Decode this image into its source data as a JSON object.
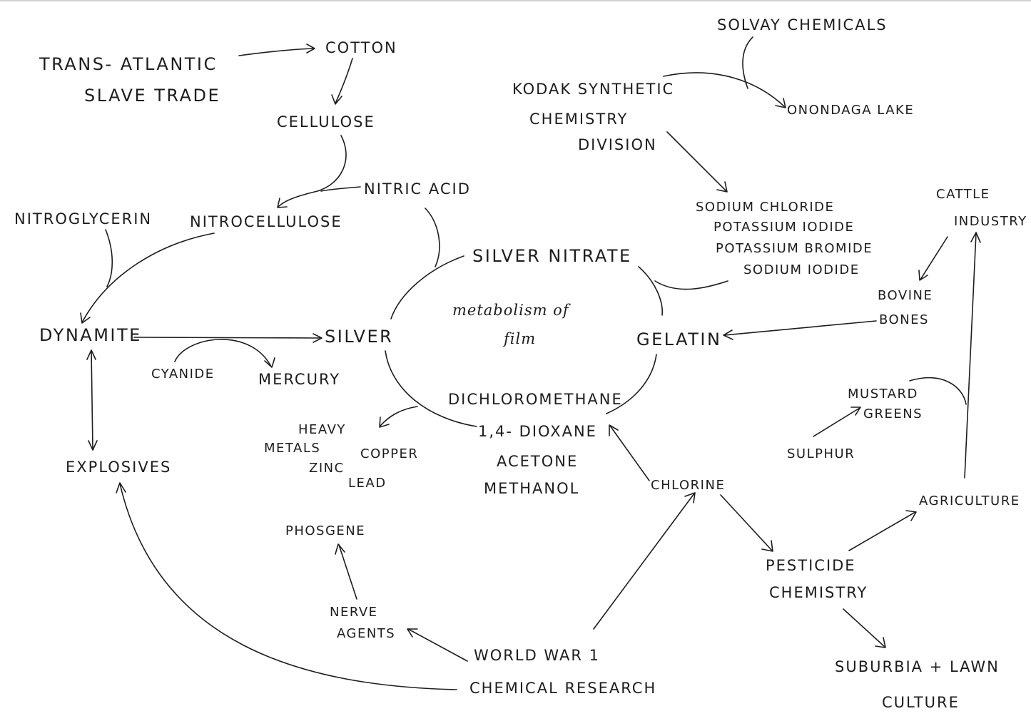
{
  "nodes": {
    "slave_trade_1": "TRANS- ATLANTIC",
    "slave_trade_2": "SLAVE TRADE",
    "cotton": "COTTON",
    "cellulose": "CELLULOSE",
    "nitric_acid": "NITRIC ACID",
    "nitrocellulose": "NITROCELLULOSE",
    "nitroglycerin": "NITROGLYCERIN",
    "dynamite": "DYNAMITE",
    "silver": "SILVER",
    "cyanide": "CYANIDE",
    "mercury": "MERCURY",
    "explosives": "EXPLOSIVES",
    "heavy_metals_1": "HEAVY",
    "heavy_metals_2": "METALS",
    "zinc": "ZINC",
    "copper": "COPPER",
    "lead": "LEAD",
    "phosgene": "PHOSGENE",
    "nerve_agents_1": "NERVE",
    "nerve_agents_2": "AGENTS",
    "ww1_1": "WORLD WAR 1",
    "ww1_2": "CHEMICAL RESEARCH",
    "silver_nitrate": "SILVER NITRATE",
    "center_1": "metabolism of",
    "center_2": "film",
    "gelatin": "GELATIN",
    "solvent_1": "DICHLOROMETHANE",
    "solvent_2": "1,4- DIOXANE",
    "solvent_3": "ACETONE",
    "solvent_4": "METHANOL",
    "chlorine": "CHLORINE",
    "solvay": "SOLVAY CHEMICALS",
    "kodak_1": "KODAK SYNTHETIC",
    "kodak_2": "CHEMISTRY",
    "kodak_3": "DIVISION",
    "onondaga": "ONONDAGA LAKE",
    "salts_1": "SODIUM CHLORIDE",
    "salts_2": "POTASSIUM IODIDE",
    "salts_3": "POTASSIUM BROMIDE",
    "salts_4": "SODIUM IODIDE",
    "cattle_1": "CATTLE",
    "cattle_2": "INDUSTRY",
    "bovine_1": "BOVINE",
    "bovine_2": "BONES",
    "mustard_1": "MUSTARD",
    "mustard_2": "GREENS",
    "sulphur": "SULPHUR",
    "agriculture": "AGRICULTURE",
    "pesticide_1": "PESTICIDE",
    "pesticide_2": "CHEMISTRY",
    "suburbia_1": "SUBURBIA + LAWN",
    "suburbia_2": "CULTURE"
  },
  "colors": {
    "ink": "#1d1d1d",
    "paper": "#ffffff",
    "rule": "#cfcfcf"
  }
}
